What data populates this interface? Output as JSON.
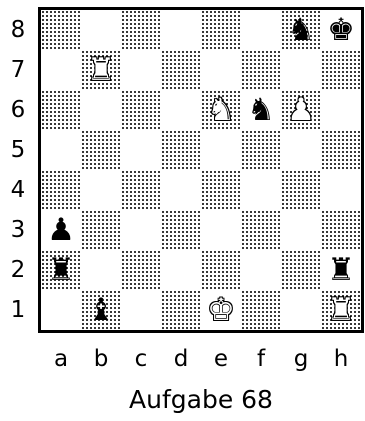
{
  "board": {
    "ranks": [
      "8",
      "7",
      "6",
      "5",
      "4",
      "3",
      "2",
      "1"
    ],
    "files": [
      "a",
      "b",
      "c",
      "d",
      "e",
      "f",
      "g",
      "h"
    ],
    "pieces": [
      {
        "square": "g8",
        "color": "black",
        "type": "knight",
        "glyph": "♞",
        "icon": "black-knight-icon"
      },
      {
        "square": "h8",
        "color": "black",
        "type": "king",
        "glyph": "♚",
        "icon": "black-king-icon"
      },
      {
        "square": "b7",
        "color": "white",
        "type": "rook",
        "glyph": "♜",
        "icon": "white-rook-icon"
      },
      {
        "square": "e6",
        "color": "white",
        "type": "knight",
        "glyph": "♞",
        "icon": "white-knight-icon"
      },
      {
        "square": "f6",
        "color": "black",
        "type": "knight",
        "glyph": "♞",
        "icon": "black-knight-icon"
      },
      {
        "square": "g6",
        "color": "white",
        "type": "pawn",
        "glyph": "♟",
        "icon": "white-pawn-icon"
      },
      {
        "square": "a3",
        "color": "black",
        "type": "pawn",
        "glyph": "♟",
        "icon": "black-pawn-icon"
      },
      {
        "square": "a2",
        "color": "black",
        "type": "rook",
        "glyph": "♜",
        "icon": "black-rook-icon"
      },
      {
        "square": "h2",
        "color": "black",
        "type": "rook",
        "glyph": "♜",
        "icon": "black-rook-icon"
      },
      {
        "square": "b1",
        "color": "black",
        "type": "bishop",
        "glyph": "♝",
        "icon": "black-bishop-icon"
      },
      {
        "square": "e1",
        "color": "white",
        "type": "king",
        "glyph": "♚",
        "icon": "white-king-icon"
      },
      {
        "square": "h1",
        "color": "white",
        "type": "rook",
        "glyph": "♜",
        "icon": "white-rook-icon"
      }
    ]
  },
  "caption": "Aufgabe 68",
  "colors": {
    "light_square": "#ffffff",
    "dark_square_dots": "#000000",
    "border": "#000000"
  }
}
